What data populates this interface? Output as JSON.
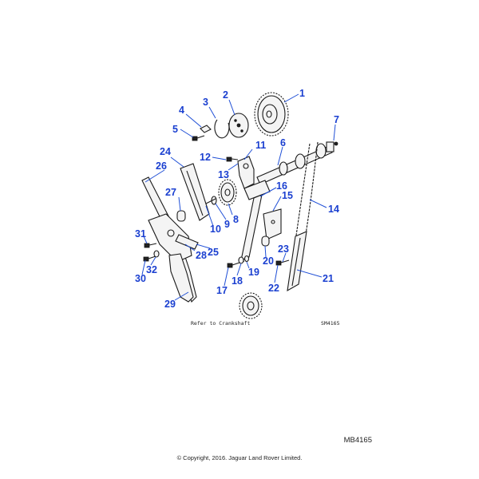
{
  "diagram": {
    "callouts": [
      "1",
      "2",
      "3",
      "4",
      "5",
      "6",
      "7",
      "8",
      "9",
      "10",
      "11",
      "12",
      "13",
      "14",
      "15",
      "16",
      "17",
      "18",
      "19",
      "20",
      "21",
      "22",
      "23",
      "24",
      "25",
      "26",
      "27",
      "28",
      "29",
      "30",
      "31",
      "32"
    ],
    "note_left": "Refer to Crankshaft",
    "note_right": "SM4165"
  },
  "footer": {
    "code": "MB4165",
    "copyright": "© Copyright, 2016. Jaguar Land Rover Limited."
  },
  "colors": {
    "callout_text": "#1a3fd0",
    "leader_line": "#1f4fd6",
    "line_art": "#1a1a1a"
  }
}
